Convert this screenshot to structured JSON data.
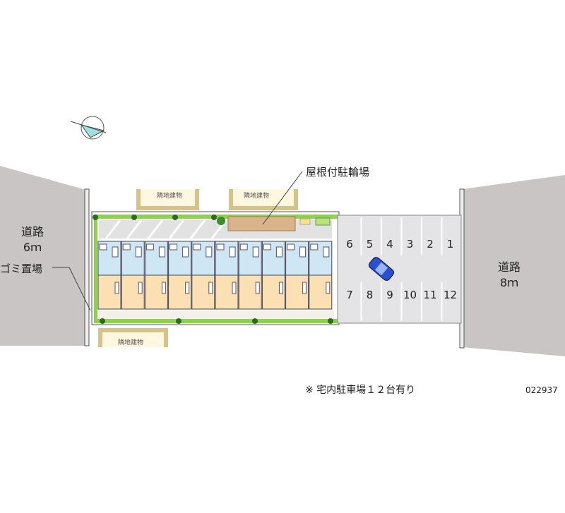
{
  "roads": {
    "left": {
      "name": "道路",
      "width": "6ｍ"
    },
    "right": {
      "name": "道路",
      "width": "8ｍ"
    }
  },
  "labels": {
    "bike_parking": "屋根付駐輪場",
    "garbage": "ゴミ置場",
    "neighbor_building": "隣地建物"
  },
  "parking": {
    "top_row": [
      "6",
      "5",
      "4",
      "3",
      "2",
      "1"
    ],
    "bottom_row": [
      "7",
      "8",
      "9",
      "10",
      "11",
      "12"
    ]
  },
  "note": "※ 宅内駐車場１２台有り",
  "property_code": "022937",
  "colors": {
    "road": "#c9c5c5",
    "lot": "#e4e4e6",
    "unit_blue": "#cfe6f5",
    "unit_beige": "#fbe0b4",
    "green": "#8fd14f",
    "car": "#2a4fd0"
  }
}
